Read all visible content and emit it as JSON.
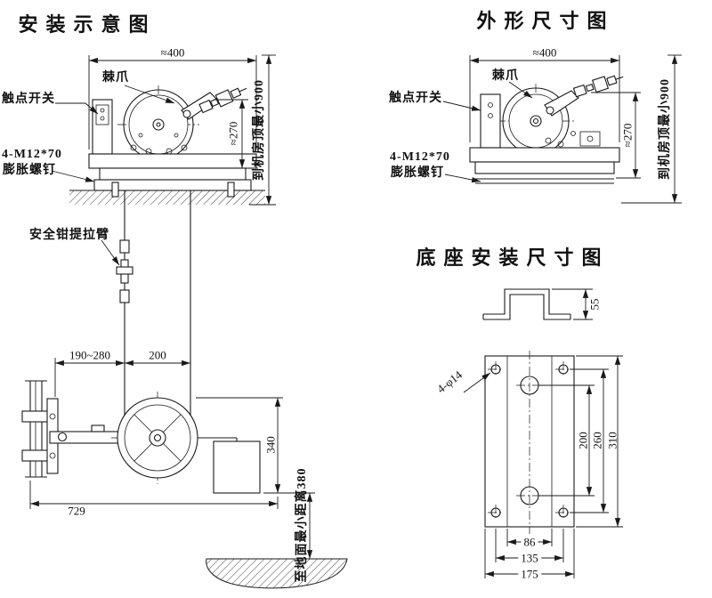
{
  "colors": {
    "background": "#ffffff",
    "ink": "#1a1a1a"
  },
  "install_diagram": {
    "title": "安装示意图",
    "labels": {
      "pawl": "棘爪",
      "contact_switch": "触点开关",
      "bolt_spec": "4-M12*70",
      "bolt_name": "膨胀螺钉",
      "lift_arm": "安全钳提拉臂"
    },
    "dims": {
      "top_width": "≈400",
      "body_height": "≈270",
      "to_ceiling": "到机房顶最小900",
      "rail_span": "190~280",
      "rope_gauge": "200",
      "tension_height": "340",
      "overall_width": "729",
      "to_ground": "至地面最小距离380"
    }
  },
  "outline_diagram": {
    "title": "外形尺寸图",
    "labels": {
      "pawl": "棘爪",
      "contact_switch": "触点开关",
      "bolt_spec": "4-M12*70",
      "bolt_name": "膨胀螺钉"
    },
    "dims": {
      "top_width": "≈400",
      "body_height": "≈270",
      "to_ceiling": "到机房顶最小900"
    }
  },
  "base_diagram": {
    "title": "底座安装尺寸图",
    "dims": {
      "profile_height": "55",
      "mount_holes": "4-φ14",
      "hole_pitch_vertical": "200",
      "hole_span_vertical": "260",
      "plate_height": "310",
      "channel_width": "86",
      "hole_span_horizontal": "135",
      "plate_width": "175"
    }
  }
}
